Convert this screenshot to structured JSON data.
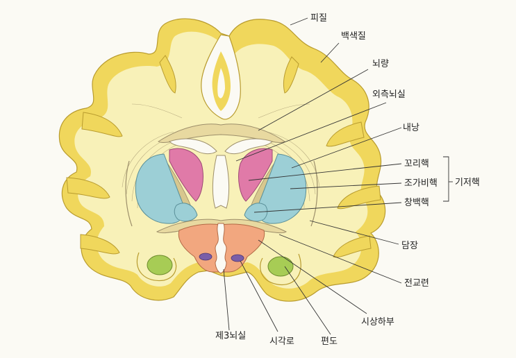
{
  "labels": {
    "cortex": "피질",
    "white_matter": "백색질",
    "corpus_callosum": "뇌량",
    "lateral_ventricle": "외측뇌실",
    "internal_capsule": "내낭",
    "caudate": "꼬리핵",
    "putamen": "조가비핵",
    "globus_pallidus": "창백핵",
    "basal_ganglia": "기저핵",
    "claustrum": "담장",
    "anterior_commissure": "전교련",
    "hypothalamus": "시상하부",
    "amygdala": "편도",
    "optic_tract": "시각로",
    "third_ventricle": "제3뇌실"
  },
  "colors": {
    "cortex": "#f0d75c",
    "white_matter": "#f8f1b8",
    "caudate": "#e07aa8",
    "putamen": "#9ccfd6",
    "hypothalamus": "#f2a77f",
    "amygdala": "#a7cc55",
    "optic_tract": "#7a5ea8"
  }
}
